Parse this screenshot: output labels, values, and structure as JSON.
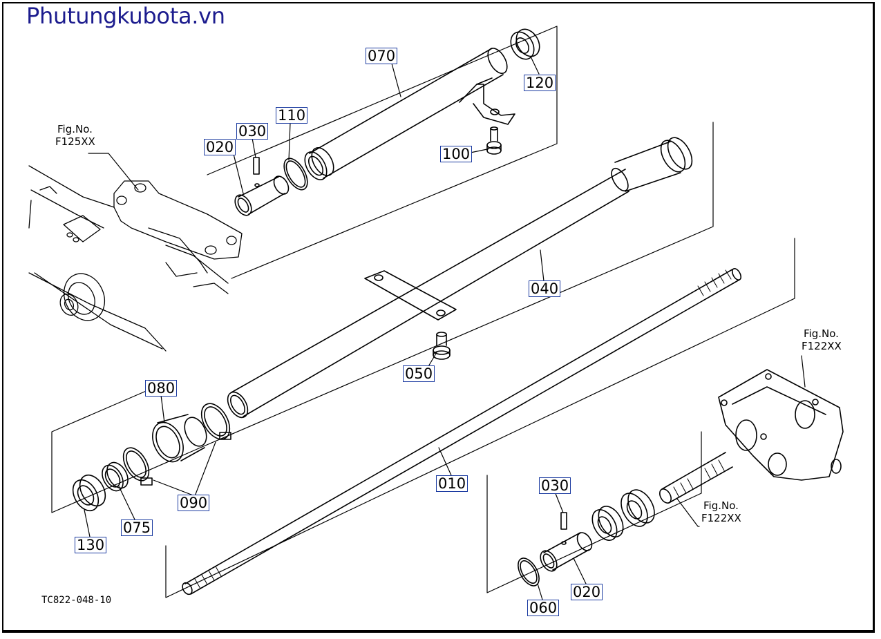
{
  "brand": "Phutungkubota.vn",
  "drawing_code": "TC822-048-10",
  "figure_refs": [
    {
      "label": "Fig.No.",
      "number": "F125XX"
    },
    {
      "label": "Fig.No.",
      "number": "F122XX"
    },
    {
      "label": "Fig.No.",
      "number": "F122XX"
    }
  ],
  "parts": {
    "p070": "070",
    "p120": "120",
    "p110": "110",
    "p030a": "030",
    "p020a": "020",
    "p100": "100",
    "p040": "040",
    "p050": "050",
    "p080": "080",
    "p090": "090",
    "p075": "075",
    "p130": "130",
    "p010": "010",
    "p030b": "030",
    "p020b": "020",
    "p060": "060"
  }
}
